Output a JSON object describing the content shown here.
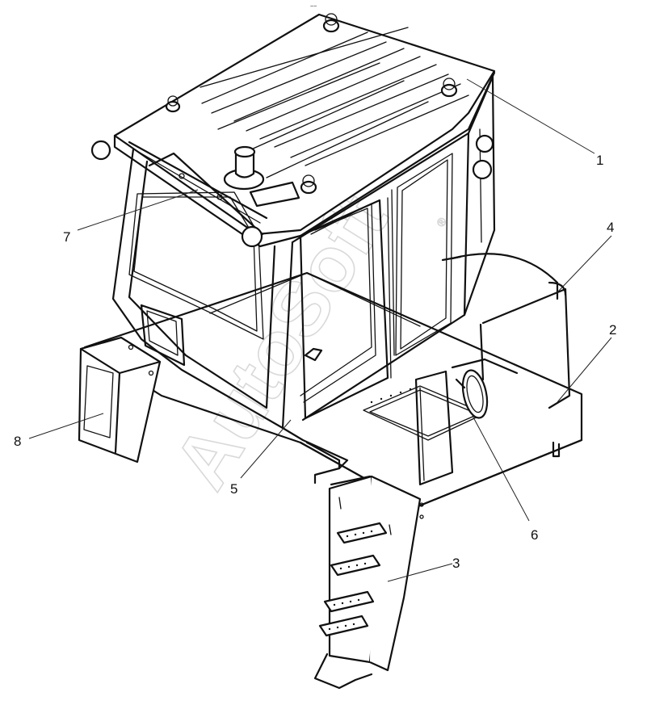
{
  "diagram": {
    "top_mark": "~~",
    "callouts": [
      {
        "id": "1",
        "label": "1"
      },
      {
        "id": "2",
        "label": "2"
      },
      {
        "id": "3",
        "label": "3"
      },
      {
        "id": "4",
        "label": "4"
      },
      {
        "id": "5",
        "label": "5"
      },
      {
        "id": "6",
        "label": "6"
      },
      {
        "id": "7",
        "label": "7"
      },
      {
        "id": "8",
        "label": "8"
      }
    ]
  },
  "watermark": {
    "text": "AutoSoft",
    "registered": "®"
  }
}
